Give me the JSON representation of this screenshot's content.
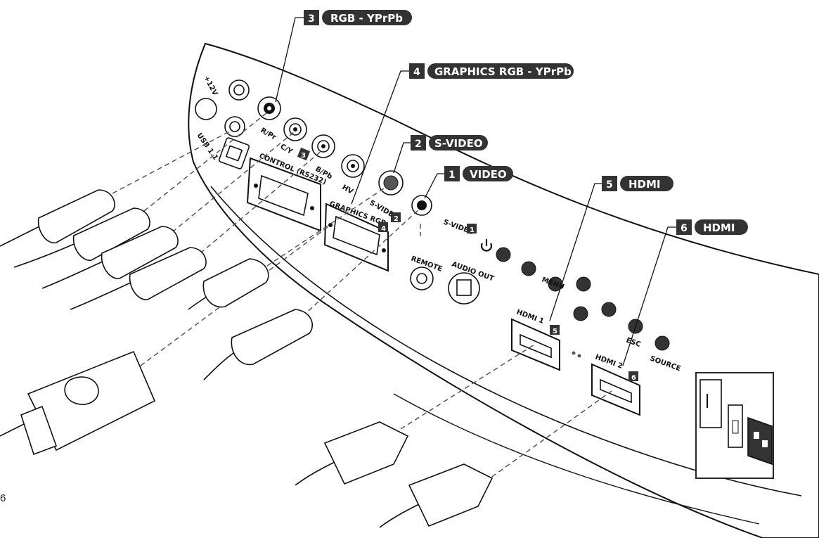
{
  "callouts": [
    {
      "number": "3",
      "label": "RGB - YPrPb"
    },
    {
      "number": "4",
      "label": "GRAPHICS RGB - YPrPb"
    },
    {
      "number": "2",
      "label": "S-VIDEO"
    },
    {
      "number": "1",
      "label": "VIDEO"
    },
    {
      "number": "5",
      "label": "HDMI"
    },
    {
      "number": "6",
      "label": "HDMI"
    }
  ],
  "panel_labels": {
    "dc12v": "+12V",
    "usb": "USB 1.1",
    "r_pr": "R/Pr",
    "c_y": "C/Y",
    "b_pb": "B/Pb",
    "hv": "HV",
    "control": "CONTROL (RS232)",
    "control_num": "3",
    "svideo": "S-VIDEO",
    "svideo_num": "2",
    "graphics": "GRAPHICS RGB",
    "graphics_num": "4",
    "video": "S-VIDEO",
    "video_num": "1",
    "remote": "REMOTE",
    "audio_out": "AUDIO OUT",
    "menu": "MENU",
    "hdmi1": "HDMI 1",
    "hdmi1_num": "5",
    "hdmi2": "HDMI 2",
    "hdmi2_num": "6",
    "esc": "ESC",
    "source": "SOURCE"
  },
  "page_number": "6"
}
